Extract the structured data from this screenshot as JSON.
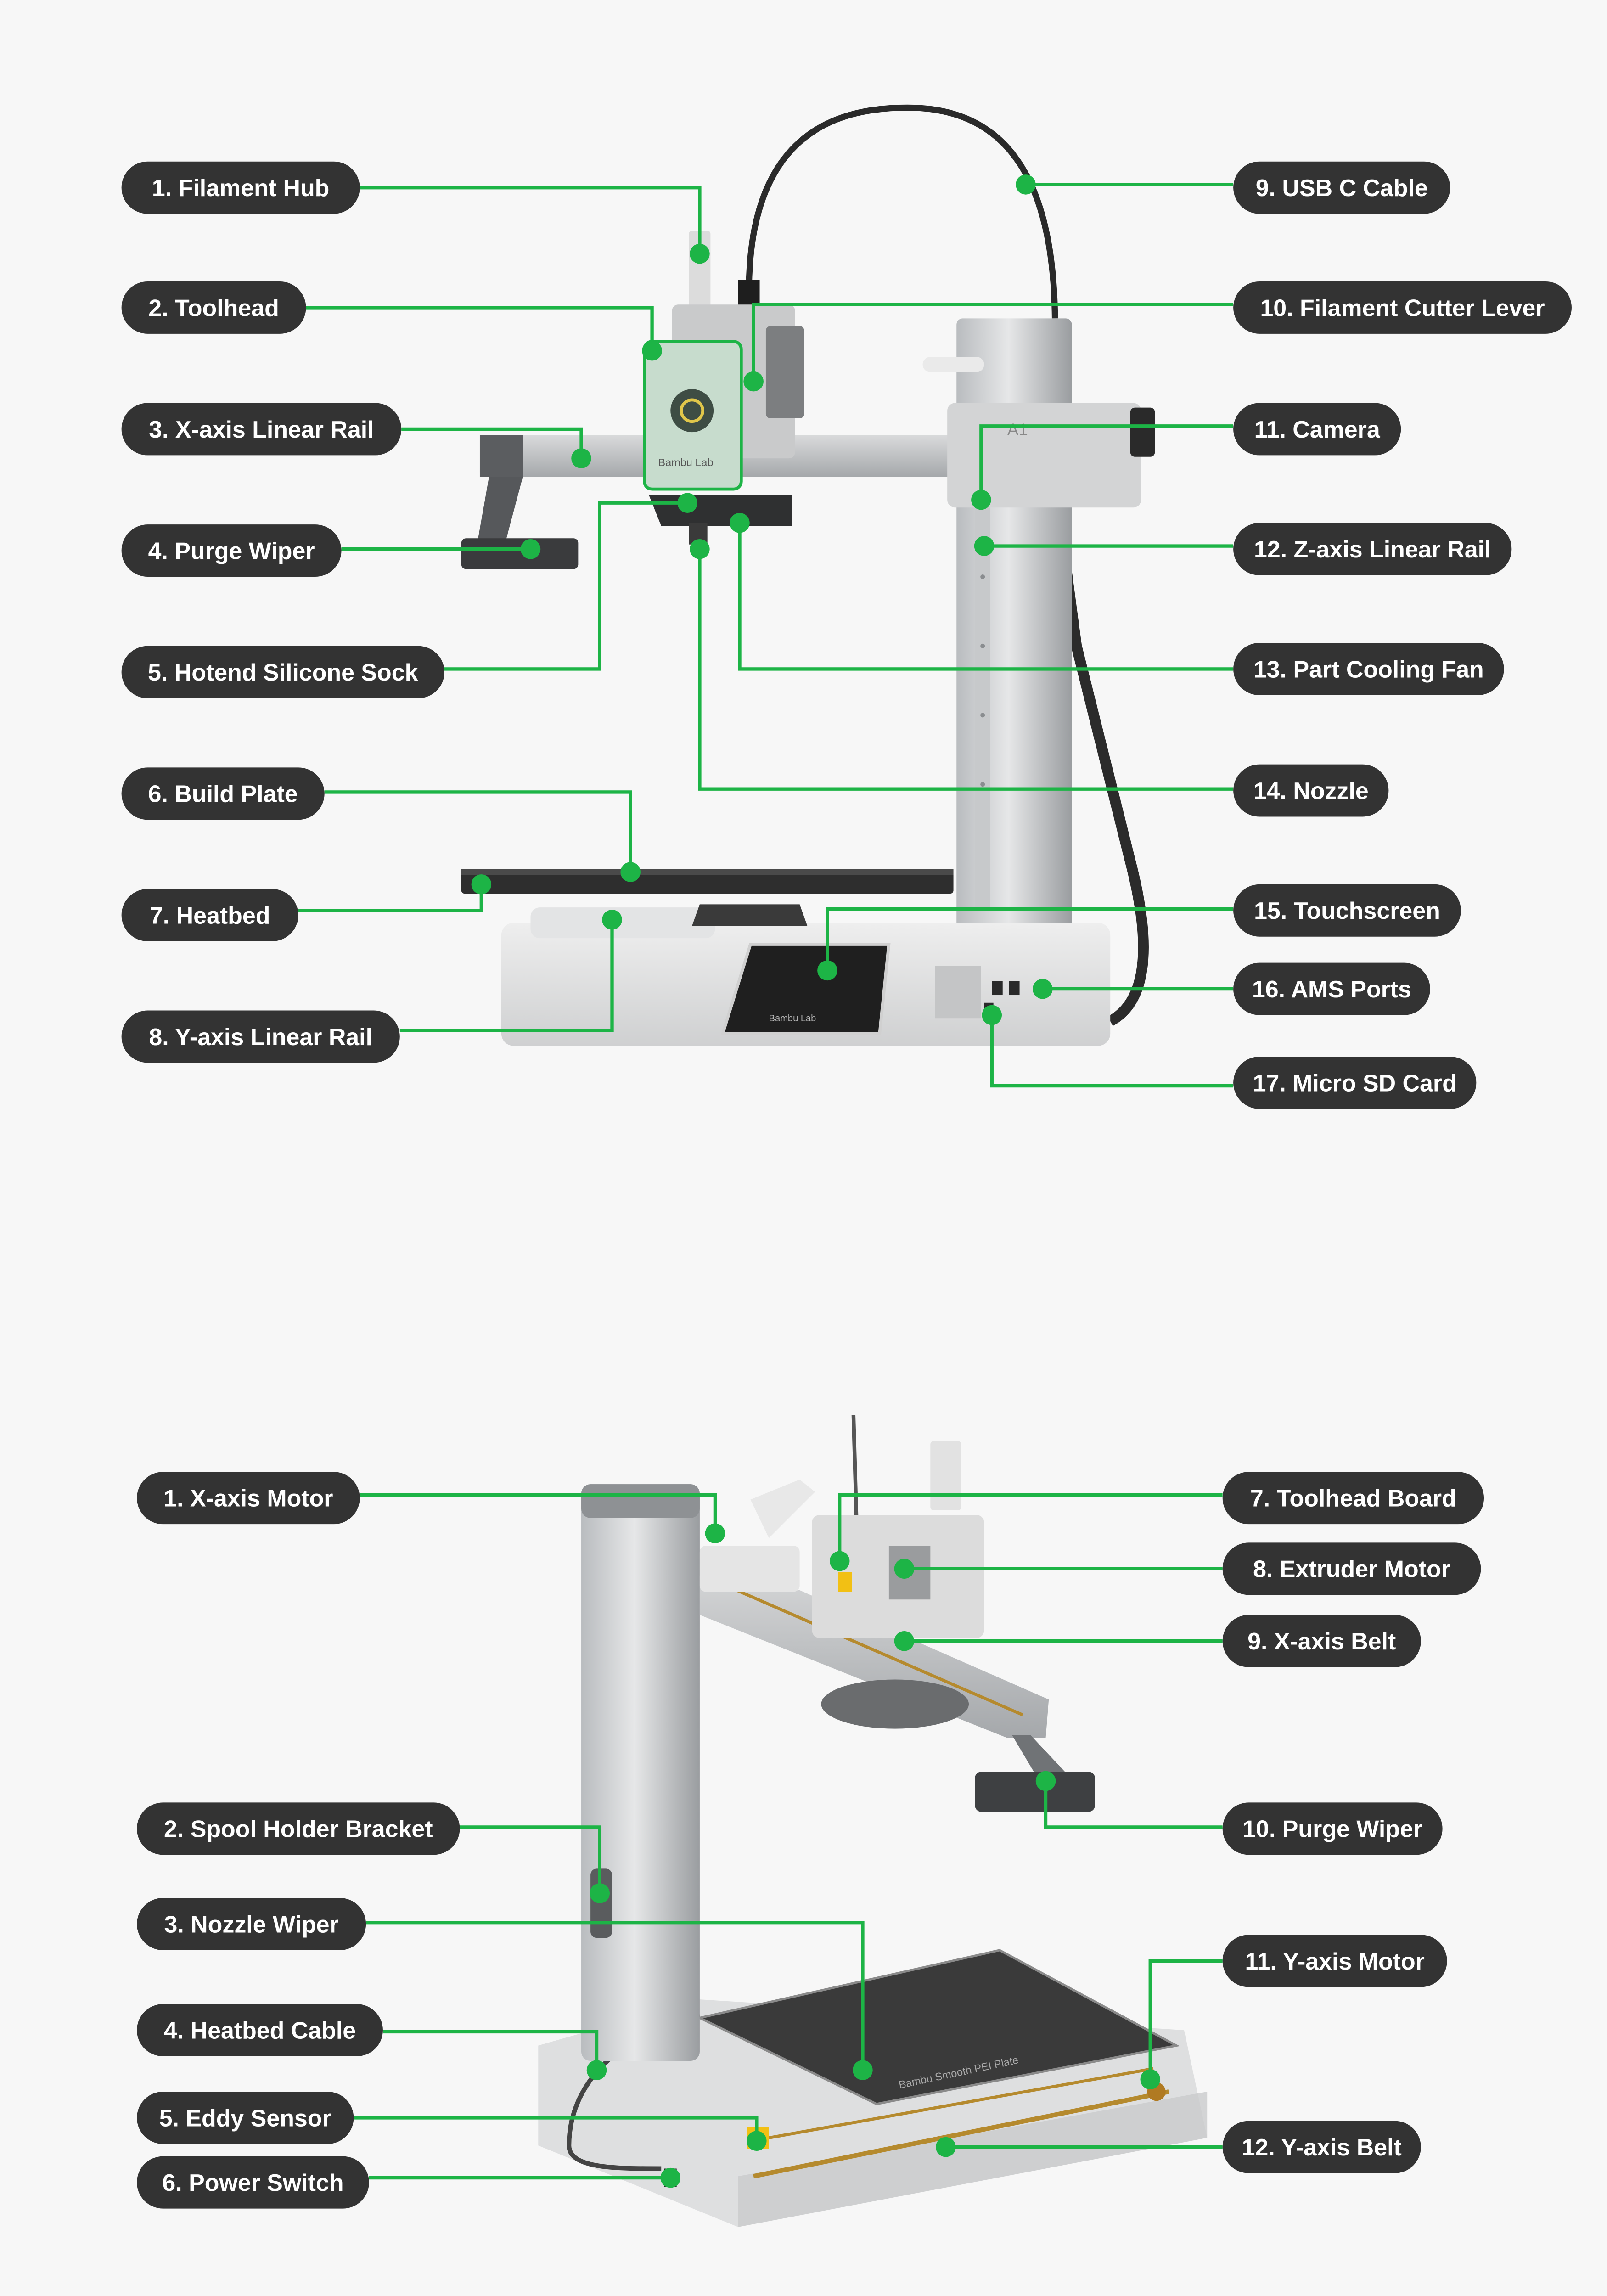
{
  "colors": {
    "background": "#f7f7f7",
    "pill": "#333333",
    "accent": "#1db446",
    "pill_text": "#ffffff"
  },
  "top_diagram": {
    "left_labels": [
      "1. Filament Hub",
      "2. Toolhead",
      "3. X-axis Linear Rail",
      "4. Purge Wiper",
      "5. Hotend Silicone Sock",
      "6. Build Plate",
      "7. Heatbed",
      "8. Y-axis Linear Rail"
    ],
    "right_labels": [
      "9. USB C Cable",
      "10. Filament Cutter Lever",
      "11. Camera",
      "12. Z-axis Linear Rail",
      "13. Part Cooling Fan",
      "14. Nozzle",
      "15. Touchscreen",
      "16. AMS Ports",
      "17. Micro SD Card"
    ]
  },
  "bottom_diagram": {
    "left_labels": [
      "1. X-axis Motor",
      "2. Spool Holder Bracket",
      "3. Nozzle Wiper",
      "4. Heatbed Cable",
      "5. Eddy Sensor",
      "6. Power Switch"
    ],
    "right_labels": [
      "7. Toolhead Board",
      "8. Extruder Motor",
      "9. X-axis Belt",
      "10. Purge Wiper",
      "11. Y-axis Motor",
      "12. Y-axis Belt"
    ]
  },
  "printer_branding": {
    "toolhead_logo": "Bambu Lab",
    "screen_logo": "Bambu Lab",
    "model": "A1",
    "plate_text": "Bambu Smooth PEI Plate"
  }
}
